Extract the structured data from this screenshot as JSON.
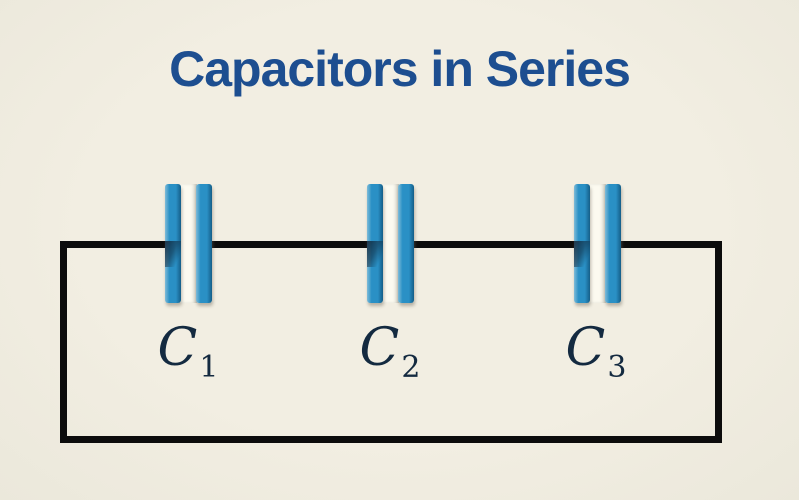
{
  "title": {
    "text": "Capacitors in Series"
  },
  "capacitors": [
    {
      "name": "C1",
      "label_main": "C",
      "label_sub": "1"
    },
    {
      "name": "C2",
      "label_main": "C",
      "label_sub": "2"
    },
    {
      "name": "C3",
      "label_main": "C",
      "label_sub": "3"
    }
  ],
  "colors": {
    "background": "#f2eee2",
    "title-blue": "#1d4e90",
    "wire-black": "#0c0c0c",
    "plate-blue": "#2a90c5",
    "plate-blue-dark": "#155e88",
    "plate-highlight": "#7fbcd8",
    "gap-white": "#fcfaf0",
    "label-navy": "#142a40"
  }
}
